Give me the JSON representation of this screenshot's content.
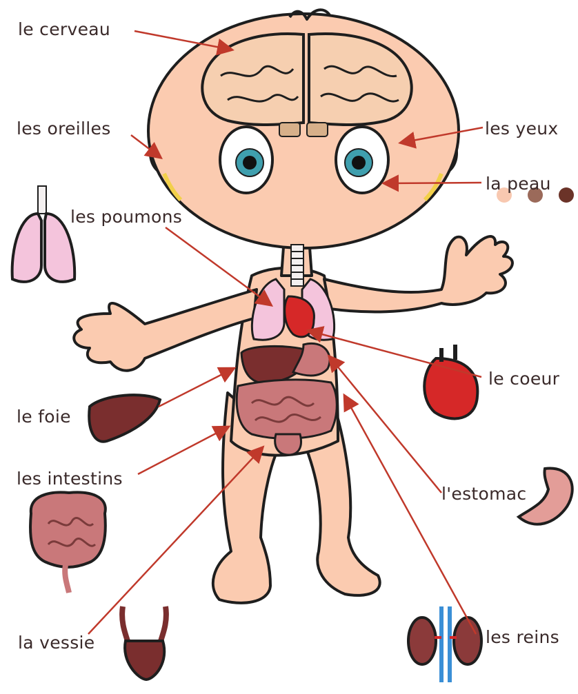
{
  "labels": {
    "brain": "le cerveau",
    "ears": "les oreilles",
    "eyes": "les yeux",
    "skin": "la peau",
    "lungs": "les poumons",
    "heart": "le coeur",
    "liver": "le foie",
    "intestines": "les intestins",
    "stomach": "l'estomac",
    "bladder": "la vessie",
    "kidneys": "les reins"
  },
  "colors": {
    "skin": "#fbcbb0",
    "outline": "#1e1e1e",
    "arrow": "#c0392b",
    "brain": "#f6cfb0",
    "lungs": "#f4c4dc",
    "heart": "#d62828",
    "liver": "#7a2e2e",
    "intestines": "#c9787a",
    "skin_swatches": [
      "#f8c8b0",
      "#9b6a5a",
      "#6b3328"
    ]
  }
}
